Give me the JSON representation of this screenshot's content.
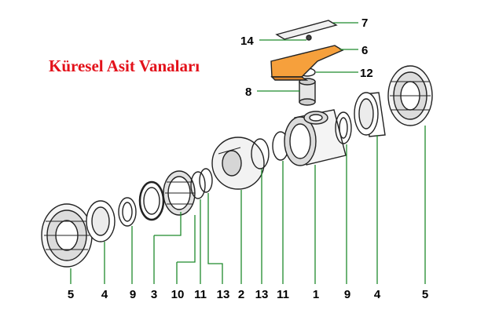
{
  "diagram": {
    "title": "Küresel Asit Vanaları",
    "colors": {
      "title": "#e3121b",
      "leader": "#1f8a2c",
      "handle": "#f6a03c",
      "outline": "#222222"
    },
    "bottom_labels": [
      "5",
      "4",
      "9",
      "3",
      "10",
      "11",
      "13",
      "2",
      "13",
      "11",
      "1",
      "9",
      "4",
      "5"
    ],
    "top_labels": [
      "7",
      "14",
      "6",
      "12",
      "8"
    ]
  }
}
